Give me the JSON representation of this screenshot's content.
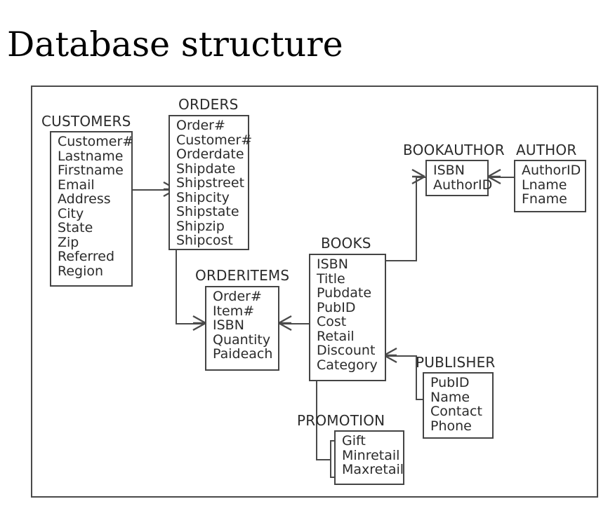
{
  "page": {
    "title": "Database structure"
  },
  "diagram": {
    "type": "entity-relationship-diagram",
    "entities": [
      {
        "name": "CUSTOMERS",
        "primary_keys": [
          "Customer#"
        ],
        "attributes": [
          "Lastname",
          "Firstname",
          "Email",
          "Address",
          "City",
          "State",
          "Zip",
          "Referred",
          "Region"
        ]
      },
      {
        "name": "ORDERS",
        "primary_keys": [
          "Order#"
        ],
        "attributes": [
          "Customer#",
          "Orderdate",
          "Shipdate",
          "Shipstreet",
          "Shipcity",
          "Shipstate",
          "Shipzip",
          "Shipcost"
        ]
      },
      {
        "name": "ORDERITEMS",
        "primary_keys": [
          "Order#",
          "Item#"
        ],
        "attributes": [
          "ISBN",
          "Quantity",
          "Paideach"
        ]
      },
      {
        "name": "BOOKS",
        "primary_keys": [
          "ISBN"
        ],
        "attributes": [
          "Title",
          "Pubdate",
          "PubID",
          "Cost",
          "Retail",
          "Discount",
          "Category"
        ]
      },
      {
        "name": "BOOKAUTHOR",
        "primary_keys": [
          "ISBN",
          "AuthorID"
        ],
        "attributes": []
      },
      {
        "name": "AUTHOR",
        "primary_keys": [
          "AuthorID"
        ],
        "attributes": [
          "Lname",
          "Fname"
        ]
      },
      {
        "name": "PUBLISHER",
        "primary_keys": [
          "PubID"
        ],
        "attributes": [
          "Name",
          "Contact",
          "Phone"
        ]
      },
      {
        "name": "PROMOTION",
        "primary_keys": [
          "Gift"
        ],
        "attributes": [
          "Minretail",
          "Maxretail"
        ]
      }
    ],
    "relationships": [
      {
        "from": "CUSTOMERS",
        "to": "ORDERS",
        "cardinality": "one-to-many"
      },
      {
        "from": "ORDERS",
        "to": "ORDERITEMS",
        "cardinality": "one-to-many"
      },
      {
        "from": "ORDERITEMS",
        "to": "BOOKS",
        "cardinality": "many-to-one"
      },
      {
        "from": "BOOKS",
        "to": "BOOKAUTHOR",
        "cardinality": "one-to-many"
      },
      {
        "from": "BOOKAUTHOR",
        "to": "AUTHOR",
        "cardinality": "many-to-one"
      },
      {
        "from": "BOOKS",
        "to": "PUBLISHER",
        "cardinality": "many-to-one"
      },
      {
        "from": "BOOKS",
        "to": "PROMOTION",
        "cardinality": "one-to-one"
      }
    ],
    "colors": {
      "line": "#4a4a4a",
      "text": "#2b2b2b",
      "background": "#ffffff"
    }
  }
}
